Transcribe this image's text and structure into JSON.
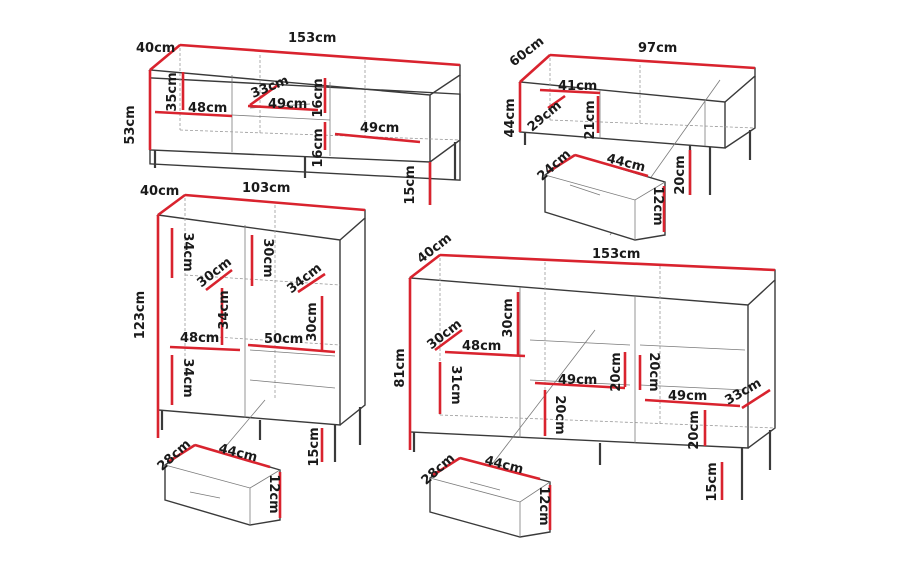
{
  "figures": [
    {
      "id": "tv-stand",
      "labels": {
        "depth": "40cm",
        "width": "153cm",
        "height": "53cm",
        "shelf_h1": "35cm",
        "shelf_w1": "48cm",
        "shelf_h2": "33cm",
        "shelf_w2": "49cm",
        "shelf_h3": "16cm",
        "shelf_h4": "16cm",
        "shelf_w3": "49cm",
        "leg": "15cm"
      }
    },
    {
      "id": "bench",
      "labels": {
        "depth": "60cm",
        "width": "97cm",
        "height": "44cm",
        "inner_w": "41cm",
        "inner_d": "29cm",
        "inner_h": "21cm",
        "leg": "20cm",
        "drawer_d": "24cm",
        "drawer_w": "44cm",
        "drawer_h": "12cm"
      }
    },
    {
      "id": "highboard",
      "labels": {
        "depth": "40cm",
        "width": "103cm",
        "height": "123cm",
        "l_h1": "34cm",
        "l_d1": "30cm",
        "l_h2": "34cm",
        "l_w": "48cm",
        "l_h3": "34cm",
        "r_h1": "30cm",
        "r_d": "34cm",
        "r_h2": "30cm",
        "r_w": "50cm",
        "leg": "15cm",
        "drawer_d": "28cm",
        "drawer_w": "44cm",
        "drawer_h": "12cm"
      }
    },
    {
      "id": "sideboard",
      "labels": {
        "depth": "40cm",
        "width": "153cm",
        "height": "81cm",
        "l_d": "30cm",
        "l_h1": "30cm",
        "l_w": "48cm",
        "l_h2": "31cm",
        "m_h1": "20cm",
        "m_w": "49cm",
        "m_h2": "20cm",
        "r_h1": "20cm",
        "r_w": "49cm",
        "r_d": "33cm",
        "r_h2": "20cm",
        "leg": "15cm",
        "drawer_d": "28cm",
        "drawer_w": "44cm",
        "drawer_h": "12cm"
      }
    }
  ]
}
